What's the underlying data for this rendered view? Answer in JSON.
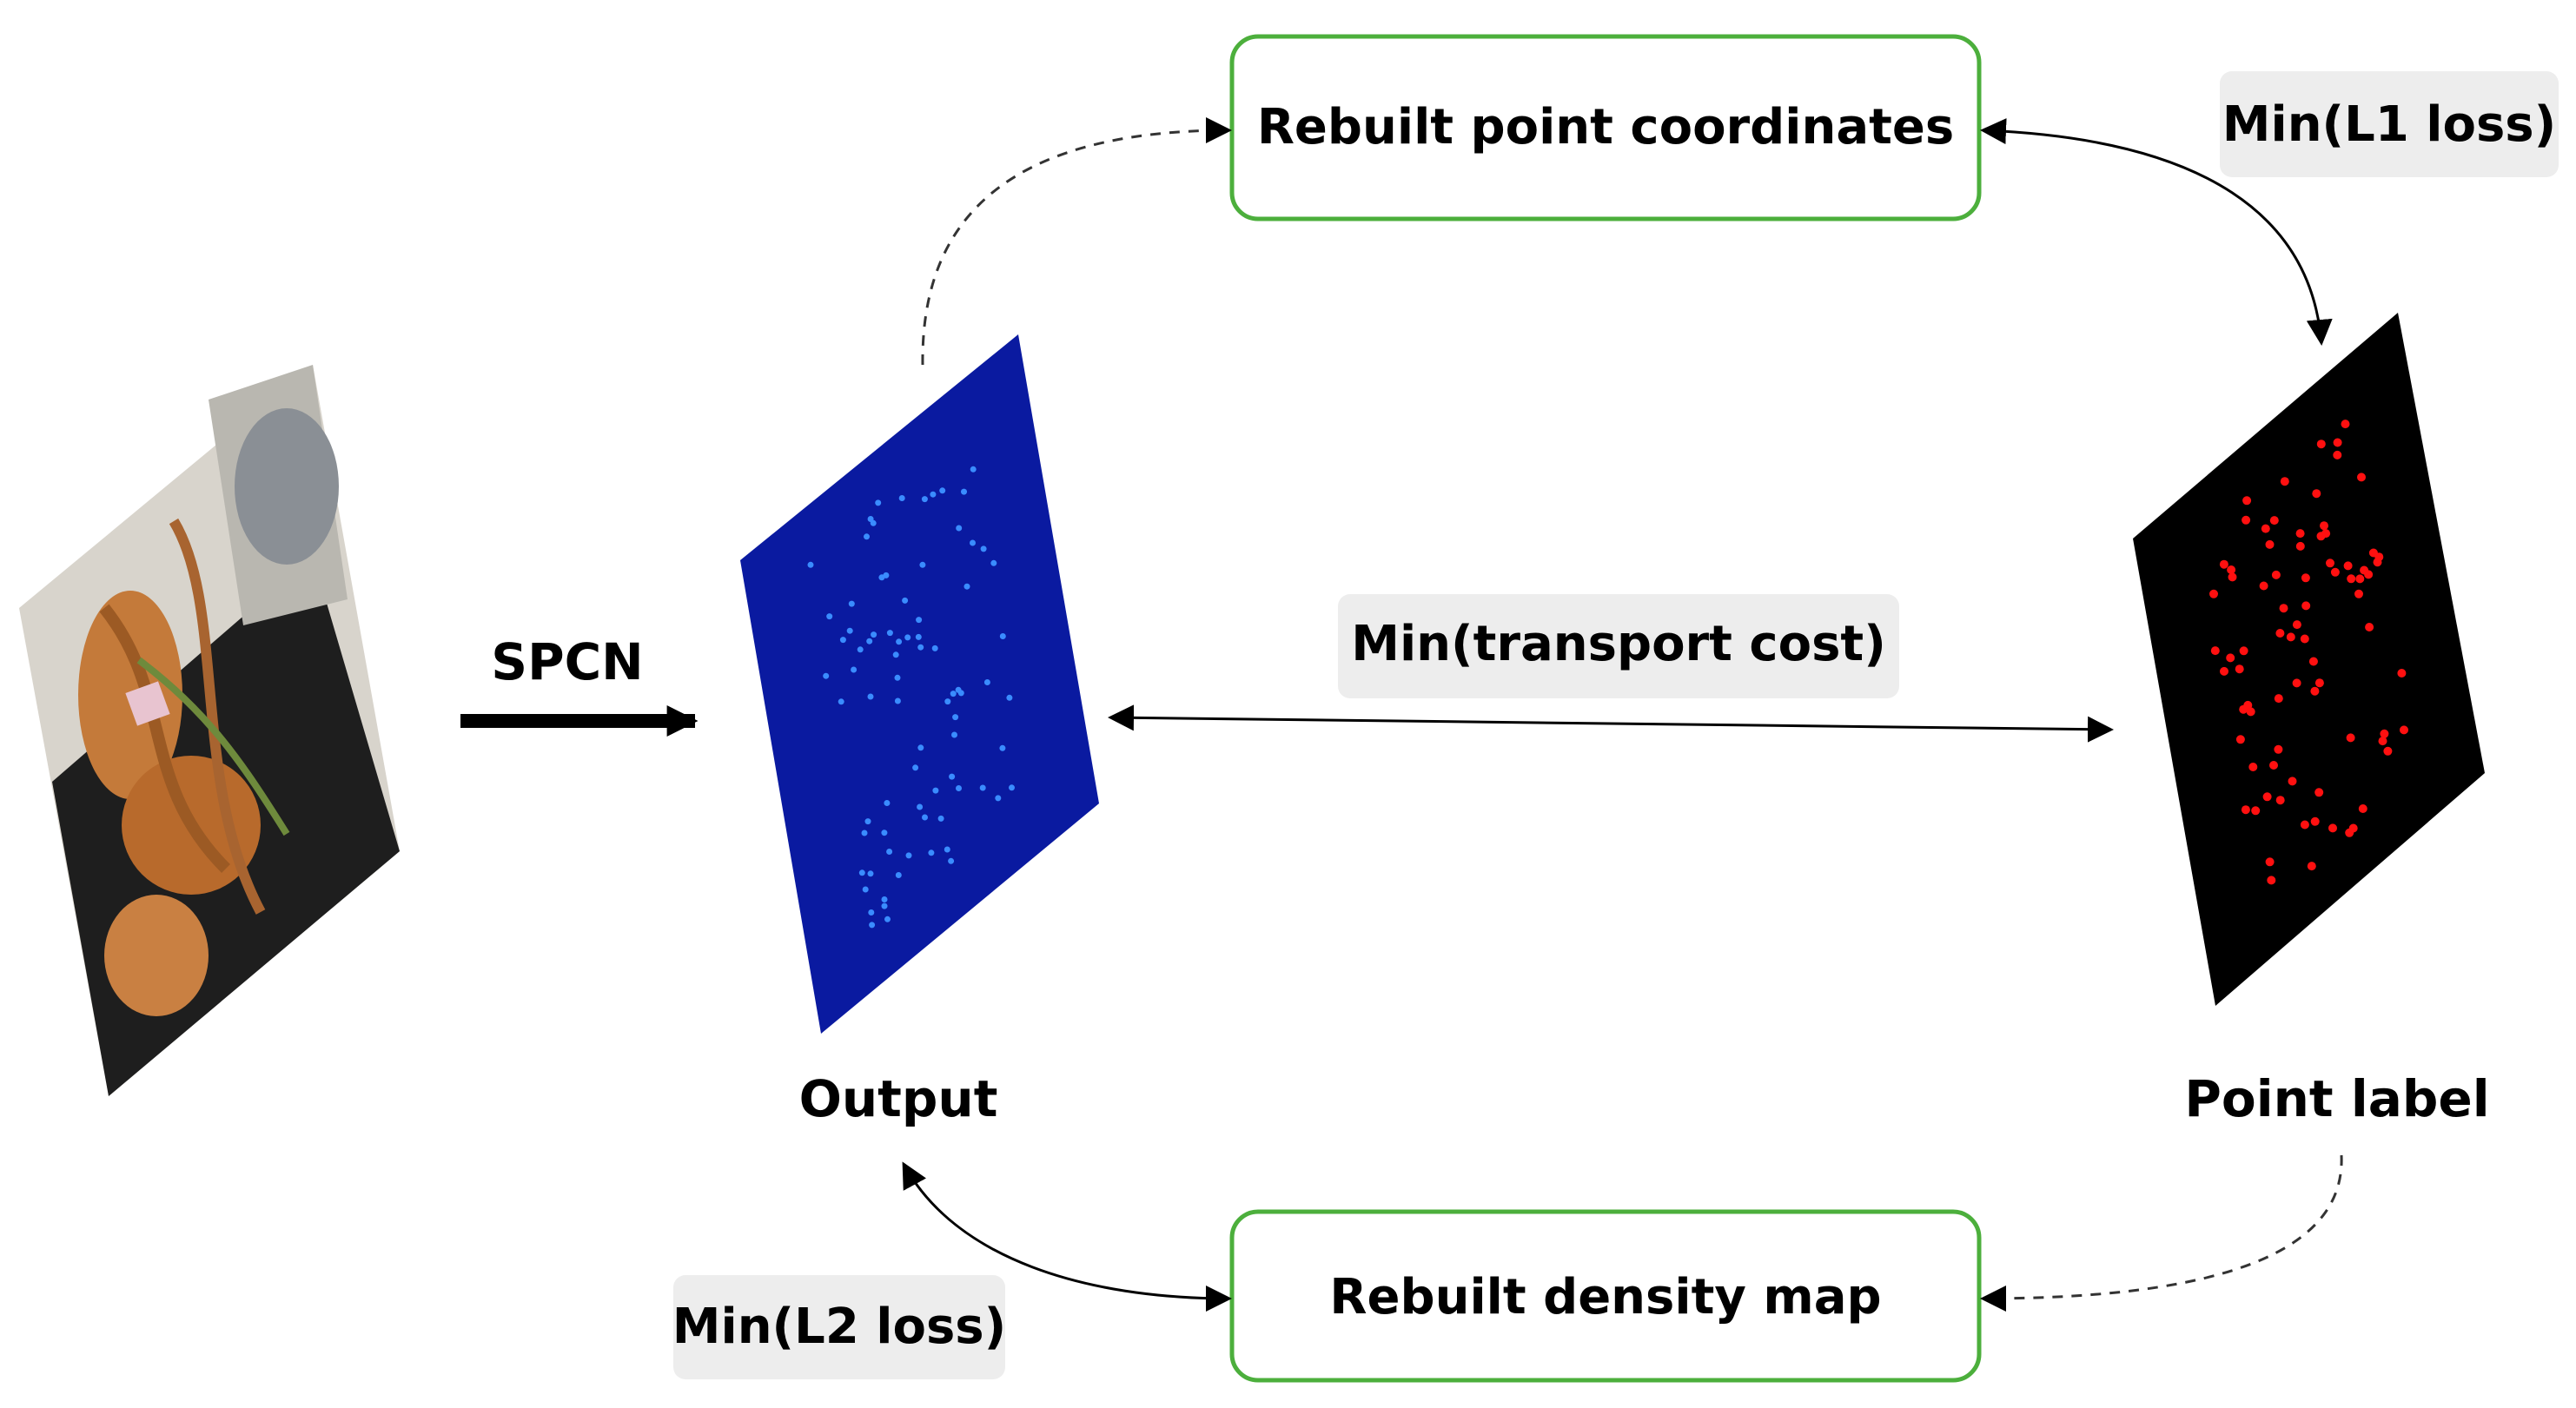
{
  "boxes": {
    "top": "Rebuilt point coordinates",
    "bottom": "Rebuilt density map"
  },
  "chips": {
    "l1": "Min(L1 loss)",
    "transport": "Min(transport cost)",
    "l2": "Min(L2 loss)"
  },
  "labels": {
    "spcn": "SPCN",
    "output": "Output",
    "point_label": "Point label"
  },
  "colors": {
    "box_border": "#4caf3c",
    "chip_bg": "#ededed",
    "output_map": "#0a1aa0",
    "output_dots": "#3a8cff",
    "label_map": "#000000",
    "label_dots": "#ff1010"
  },
  "icons": {
    "input_photo": "plant-photo-thumbnail"
  }
}
